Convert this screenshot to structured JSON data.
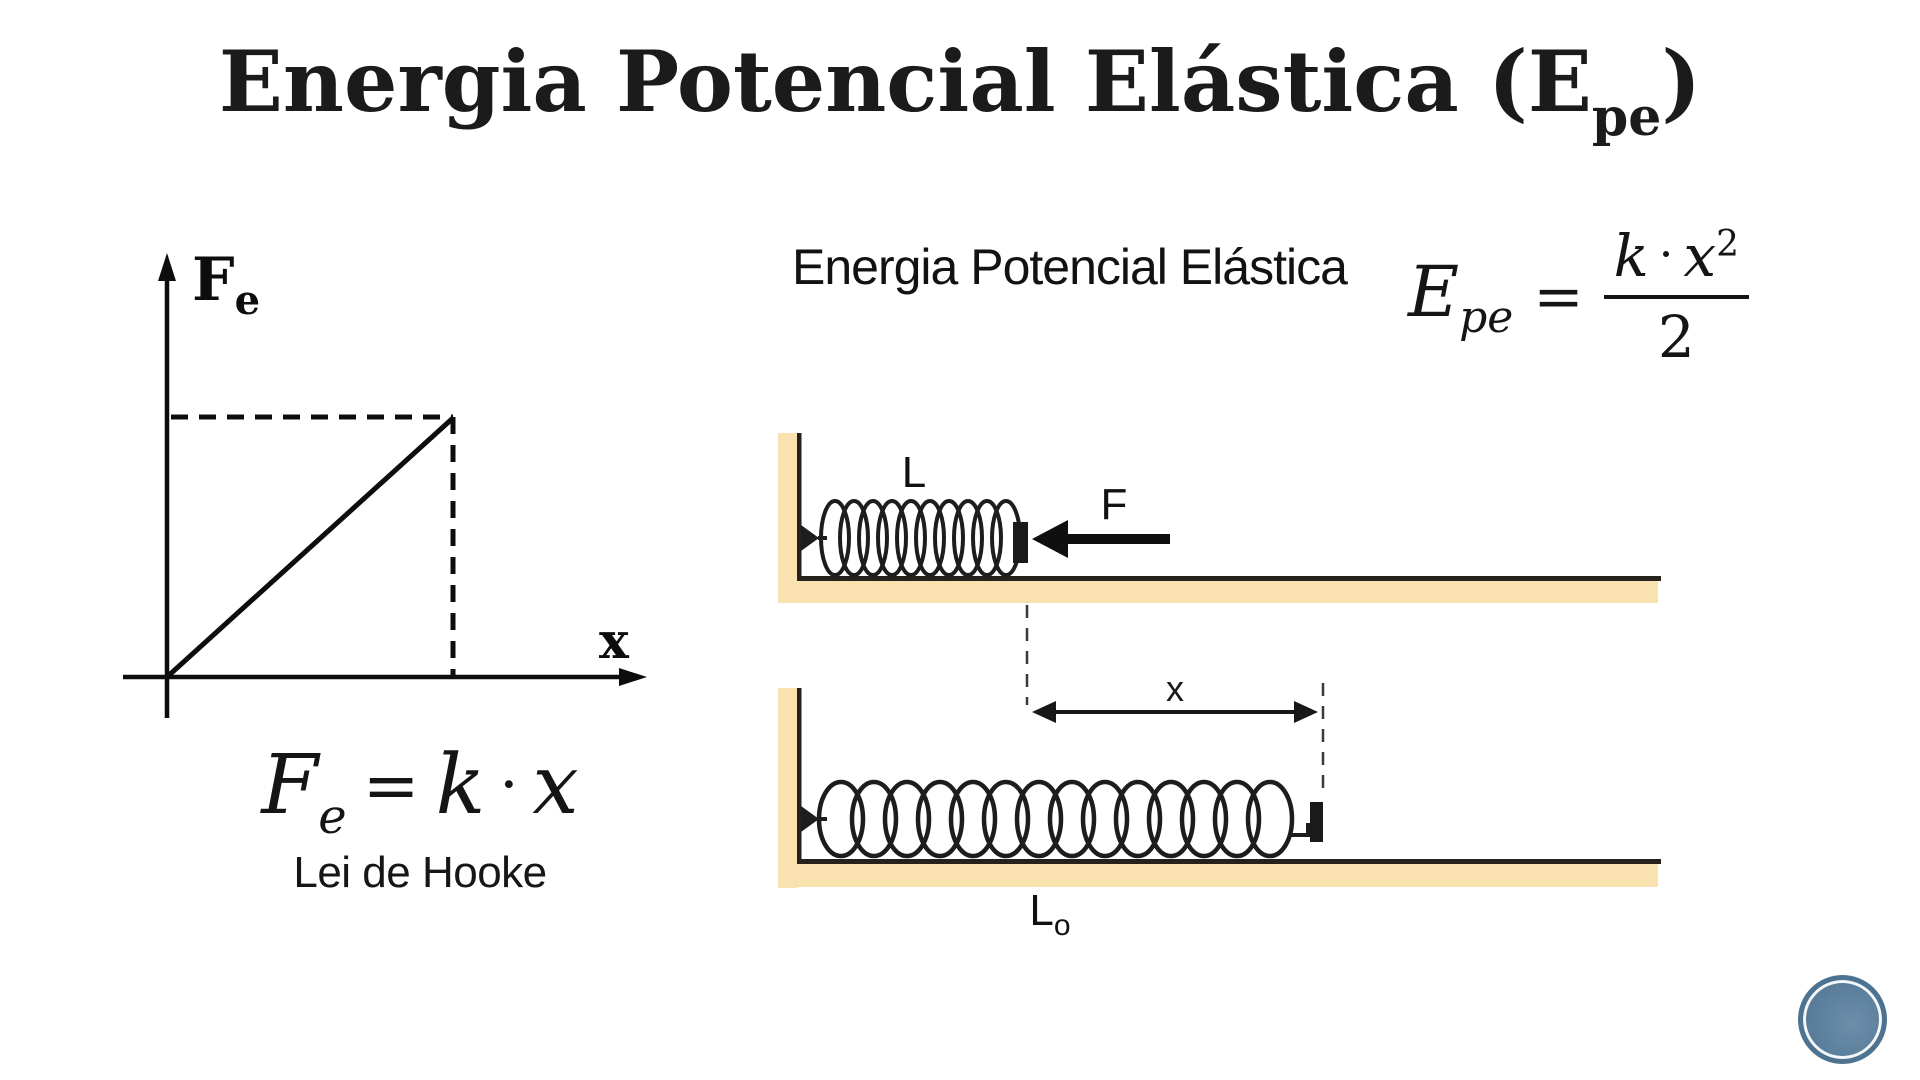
{
  "title": {
    "prefix": "Energia Potencial Elástica (E",
    "sub": "pe",
    "suffix": ")"
  },
  "graph": {
    "y_label": "F",
    "y_label_sub": "e",
    "x_label": "x"
  },
  "hooke": {
    "lhs": "F",
    "lhs_sub": "e",
    "eq": "=",
    "k": "k",
    "dot": "·",
    "x": "x",
    "caption": "Lei de Hooke"
  },
  "epe": {
    "heading": "Energia Potencial Elástica",
    "lhs": "E",
    "lhs_sub": "pe",
    "eq": "=",
    "num_k": "k",
    "num_dot": "·",
    "num_x": "x",
    "num_exp": "2",
    "den": "2"
  },
  "springs": {
    "top_length_label": "L",
    "force_label": "F",
    "displacement_label": "x",
    "bottom_length_label": "L",
    "bottom_length_sub": "o"
  },
  "colors": {
    "wall_fill": "#fae2b0",
    "diagram_line": "#26211c",
    "ink": "#111111",
    "logo_blue": "#5b7f9c",
    "logo_ring": "#4e7390"
  }
}
